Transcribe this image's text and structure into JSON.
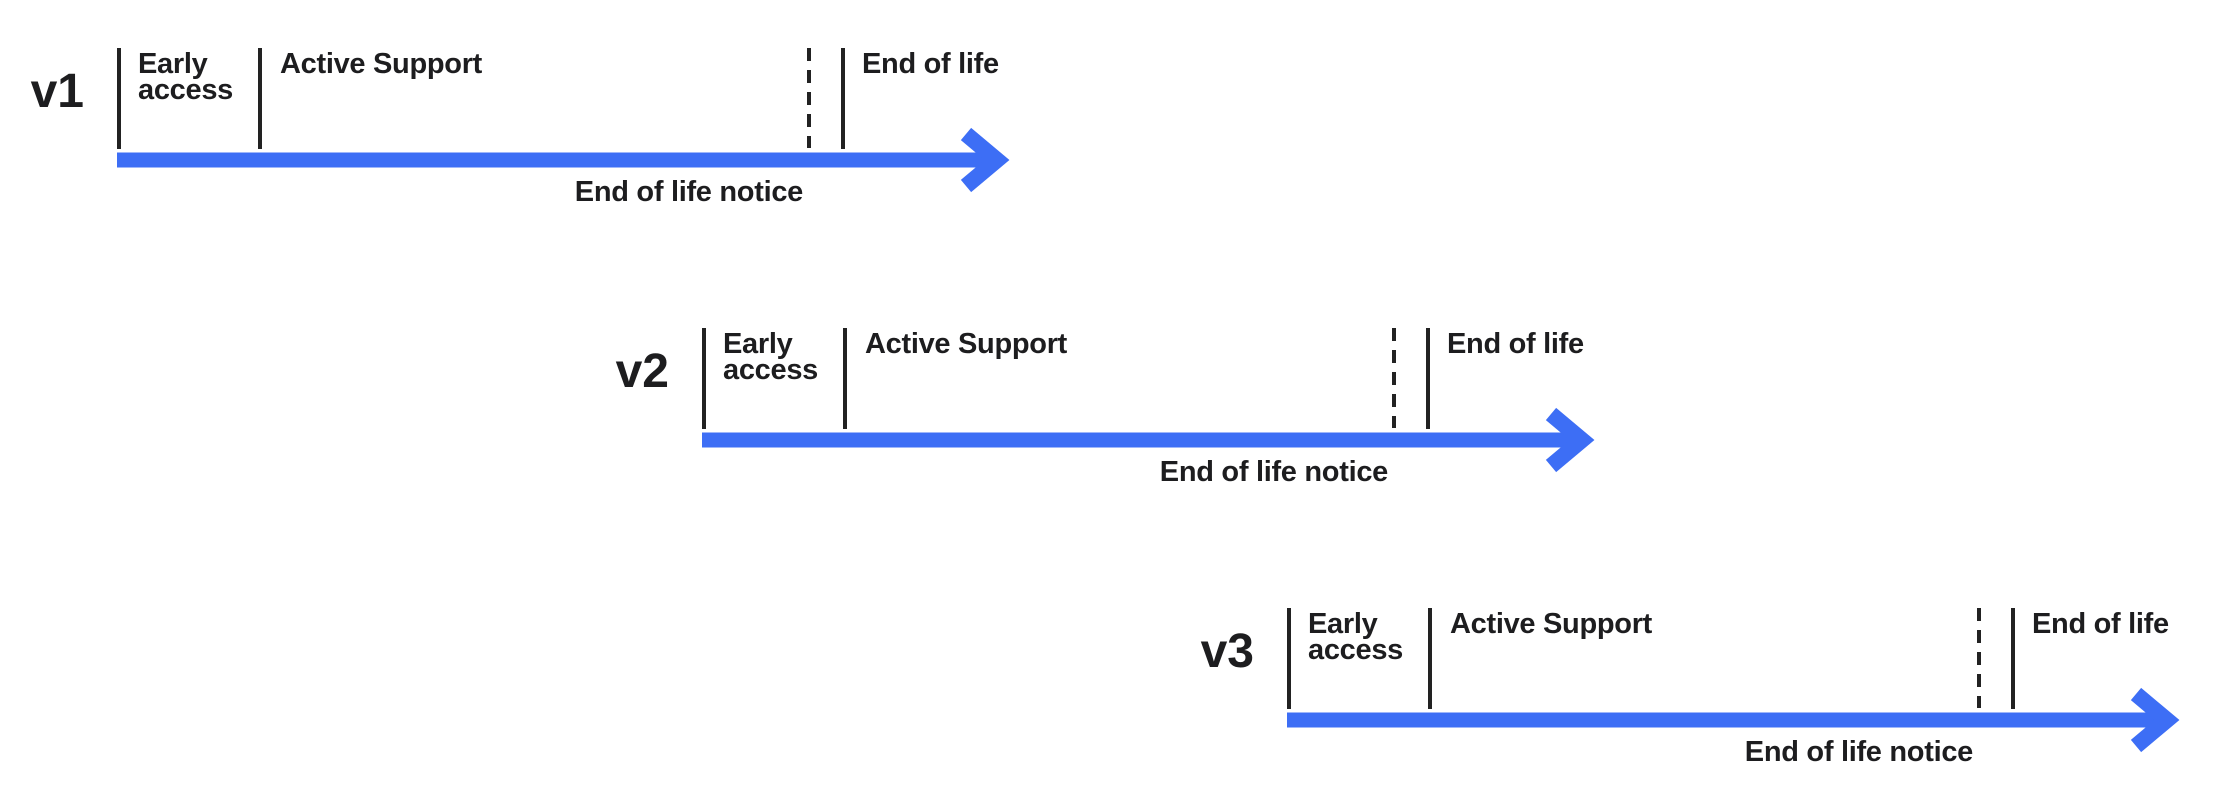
{
  "diagram": {
    "type": "version-lifecycle-timelines",
    "colors": {
      "arrow": "#3d6ef5",
      "ticks": "#222222",
      "text": "#1d1d1f",
      "background": "#ffffff"
    },
    "phase_labels": {
      "early_access": "Early\naccess",
      "active_support": "Active Support",
      "end_of_life": "End of life",
      "end_of_life_notice": "End of life notice"
    },
    "timelines": [
      {
        "version": "v1"
      },
      {
        "version": "v2"
      },
      {
        "version": "v3"
      }
    ]
  }
}
